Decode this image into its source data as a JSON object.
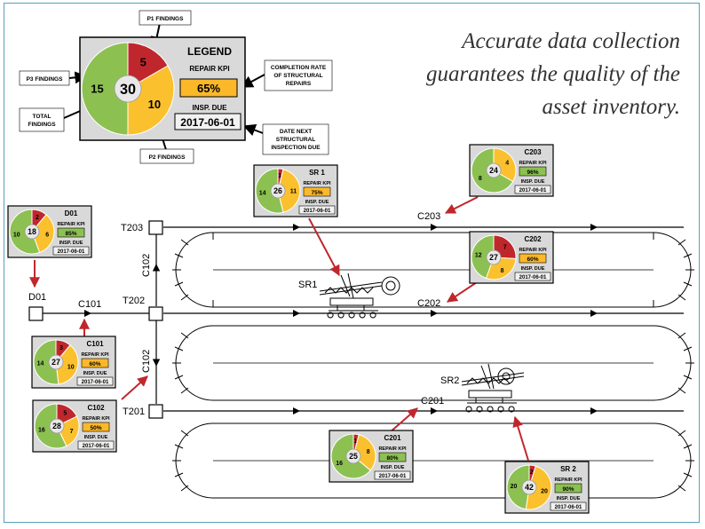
{
  "colors": {
    "p1": "#c0272d",
    "p2": "#fbc02d",
    "p3": "#8cc152",
    "kpi_green": "#8cc152",
    "kpi_orange": "#fbb829",
    "panel": "#d9d9d9"
  },
  "quote": {
    "line1": "Accurate data collection",
    "line2": "guarantees the quality of the",
    "line3": "asset inventory."
  },
  "legend": {
    "title": "LEGEND",
    "kpi_label": "REPAIR KPI",
    "kpi_value": "65%",
    "due_label": "INSP. DUE",
    "due_value": "2017-06-01",
    "total": "30",
    "p1": "5",
    "p2": "10",
    "p3": "15",
    "callouts": {
      "p1": "P1 FINDINGS",
      "p2": "P2 FINDINGS",
      "p3": "P3 FINDINGS",
      "total_line1": "TOTAL",
      "total_line2": "FINDINGS",
      "kpi_line1": "COMPLETION RATE",
      "kpi_line2": "OF STRUCTURAL",
      "kpi_line3": "REPAIRS",
      "due_line1": "DATE NEXT",
      "due_line2": "STRUCTURAL",
      "due_line3": "INSPECTION DUE"
    }
  },
  "assets": [
    {
      "name": "D01",
      "total": "18",
      "p1": "2",
      "p2": "6",
      "p3": "10",
      "kpi": "85%",
      "kpi_level": "green",
      "kpi_label": "REPAIR KPI",
      "due_label": "INSP. DUE",
      "due": "2017-06-01"
    },
    {
      "name": "C101",
      "total": "27",
      "p1": "3",
      "p2": "10",
      "p3": "14",
      "kpi": "60%",
      "kpi_level": "orange",
      "kpi_label": "REPAIR KPI",
      "due_label": "INSP. DUE",
      "due": "2017-06-01"
    },
    {
      "name": "C102",
      "total": "28",
      "p1": "5",
      "p2": "7",
      "p3": "16",
      "kpi": "50%",
      "kpi_level": "orange",
      "kpi_label": "REPAIR KPI",
      "due_label": "INSP. DUE",
      "due": "2017-06-01"
    },
    {
      "name": "SR 1",
      "total": "26",
      "p1": "1",
      "p2": "11",
      "p3": "14",
      "kpi": "75%",
      "kpi_level": "orange",
      "kpi_label": "REPAIR KPI",
      "due_label": "INSP. DUE",
      "due": "2017-06-01"
    },
    {
      "name": "C203",
      "total": "24",
      "p1": "0",
      "p2": "4",
      "p3": "8",
      "kpi": "96%",
      "kpi_level": "green",
      "kpi_label": "REPAIR KPI",
      "due_label": "INSP. DUE",
      "due": "2017-06-01"
    },
    {
      "name": "C202",
      "total": "27",
      "p1": "7",
      "p2": "8",
      "p3": "12",
      "kpi": "60%",
      "kpi_level": "orange",
      "kpi_label": "REPAIR KPI",
      "due_label": "INSP. DUE",
      "due": "2017-06-01"
    },
    {
      "name": "C201",
      "total": "25",
      "p1": "1",
      "p2": "8",
      "p3": "16",
      "kpi": "80%",
      "kpi_level": "green",
      "kpi_label": "REPAIR KPI",
      "due_label": "INSP. DUE",
      "due": "2017-06-01"
    },
    {
      "name": "SR 2",
      "total": "42",
      "p1": "2",
      "p2": "20",
      "p3": "20",
      "kpi": "90%",
      "kpi_level": "green",
      "kpi_label": "REPAIR KPI",
      "due_label": "INSP. DUE",
      "due": "2017-06-01"
    }
  ],
  "diagram_labels": {
    "t203": "T203",
    "t202": "T202",
    "t201": "T201",
    "d01": "D01",
    "c101": "C101",
    "c102_upper": "C102",
    "c102_lower": "C102",
    "c203": "C203",
    "c202": "C202",
    "c201": "C201",
    "sr1": "SR1",
    "sr2": "SR2"
  }
}
